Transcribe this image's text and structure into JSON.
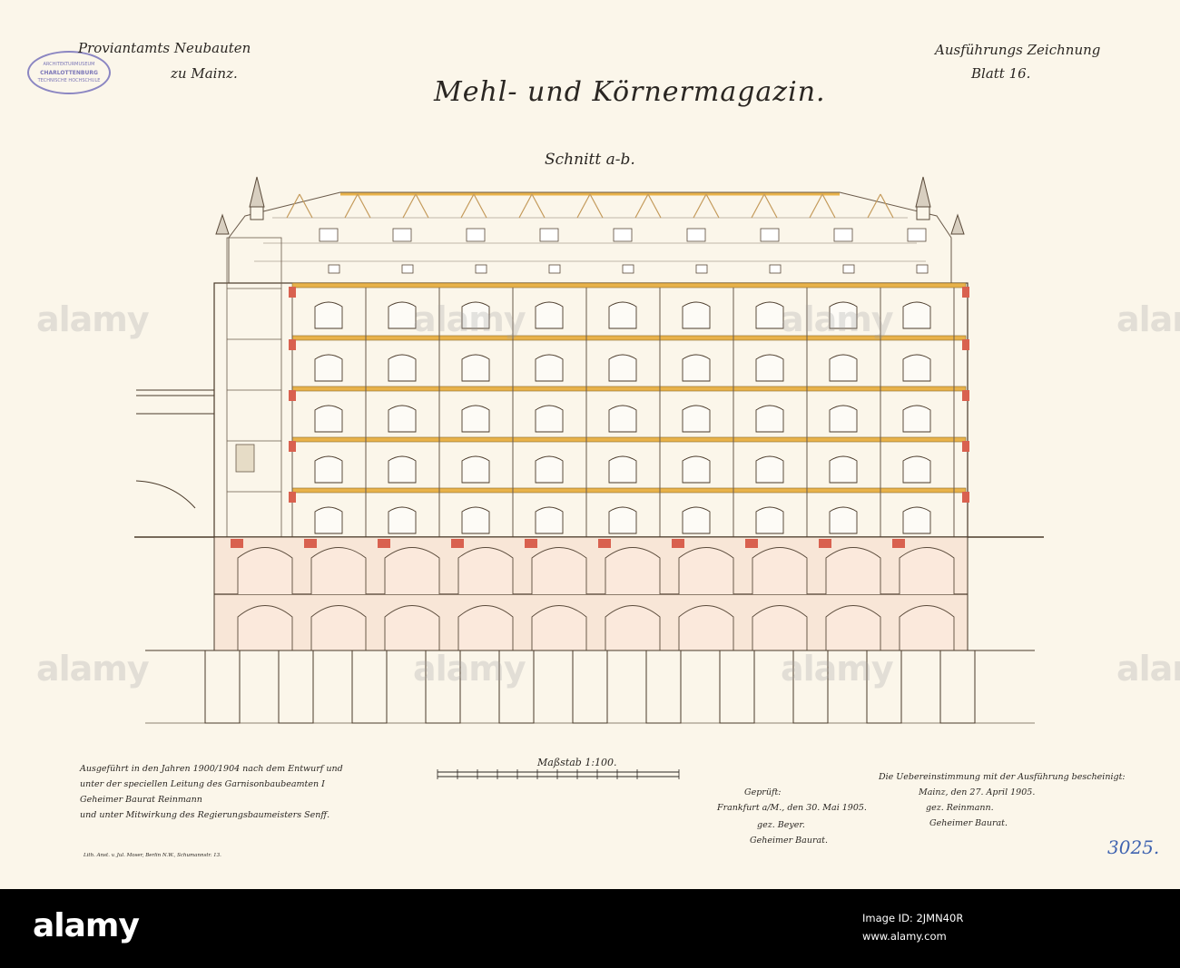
{
  "header": {
    "left_line1": "Proviantamts Neubauten",
    "left_line2": "zu Mainz.",
    "right_line1": "Ausführungs Zeichnung",
    "right_line2": "Blatt 16.",
    "title": "Mehl- und Körnermagazin.",
    "section": "Schnitt a-b."
  },
  "stamp": {
    "line1": "ARCHITEKTURMUSEUM",
    "line2": "CHARLOTTENBURG",
    "line3": "TECHNISCHE HOCHSCHULE"
  },
  "scale": {
    "label": "Maßstab 1:100."
  },
  "notes": {
    "left": [
      "Ausgeführt in den Jahren 1900/1904 nach dem Entwurf und",
      "unter der speciellen Leitung des Garnisonbaubeamten I",
      "Geheimer Baurat Reinmann",
      "und unter Mitwirkung des Regierungsbaumeisters Senff."
    ],
    "center": [
      "Geprüft:",
      "Frankfurt a/M., den 30. Mai 1905.",
      "gez. Beyer.",
      "Geheimer Baurat."
    ],
    "right": [
      "Die Uebereinstimmung mit der Ausführung bescheinigt:",
      "Mainz, den 27. April 1905.",
      "gez. Reinmann.",
      "Geheimer Baurat."
    ],
    "printer": "Lith. Anst. v. Jul. Moser, Berlin N.W., Schumannstr. 13.",
    "archive_number": "3025."
  },
  "watermark": {
    "text": "alamy"
  },
  "footer": {
    "logo": "alamy",
    "image_id_line": "Image ID: 2JMN40R",
    "url_line": "www.alamy.com"
  },
  "colors": {
    "paper": "#fbf6ea",
    "ink": "#2a2622",
    "beam": "#e8b24a",
    "masonry_red": "#d9614f",
    "vault": "#f6d9c6",
    "footer": "#000000"
  }
}
